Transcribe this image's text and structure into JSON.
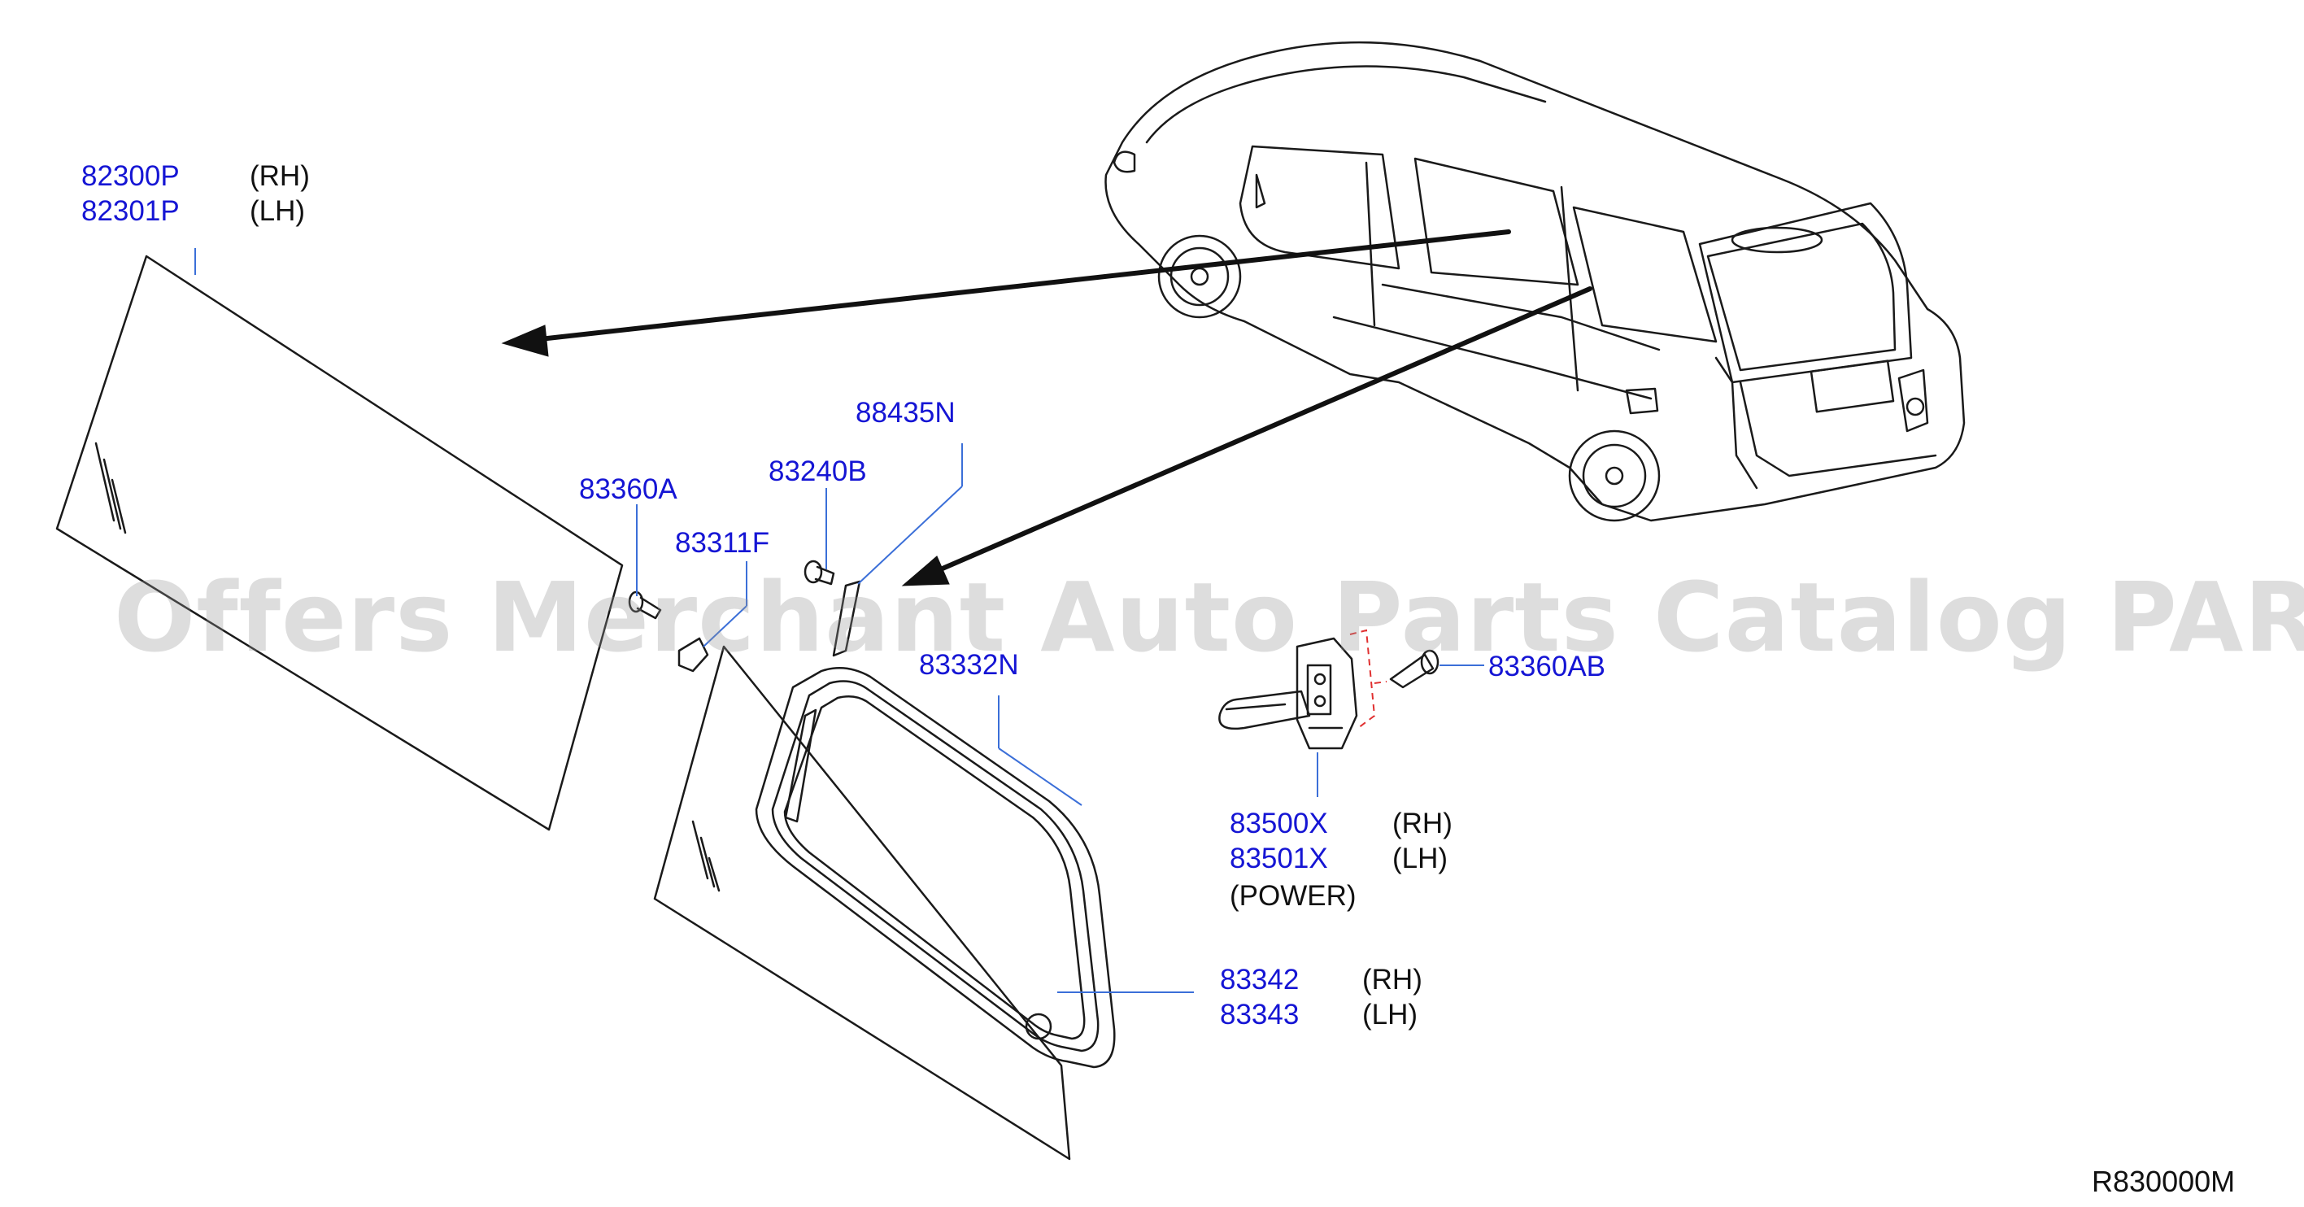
{
  "labels": {
    "p82300P": "82300P",
    "p82301P": "82301P",
    "rh1": "(RH)",
    "lh1": "(LH)",
    "p88435N": "88435N",
    "p83240B": "83240B",
    "p83360A": "83360A",
    "p83311F": "83311F",
    "p83332N": "83332N",
    "p83360AB": "83360AB",
    "p83500X": "83500X",
    "p83501X": "83501X",
    "rh2": "(RH)",
    "lh2": "(LH)",
    "power": "(POWER)",
    "p83342": "83342",
    "p83343": "83343",
    "rh3": "(RH)",
    "lh3": "(LH)"
  },
  "watermark": "Offers Merchant Auto Parts Catalog PARTSTORE.SA",
  "diagram_ref": "R830000M",
  "colors": {
    "part_number": "#1515d4",
    "line": "#1a1a1a",
    "leader": "#3b6fd8",
    "dashed": "#e03030"
  }
}
